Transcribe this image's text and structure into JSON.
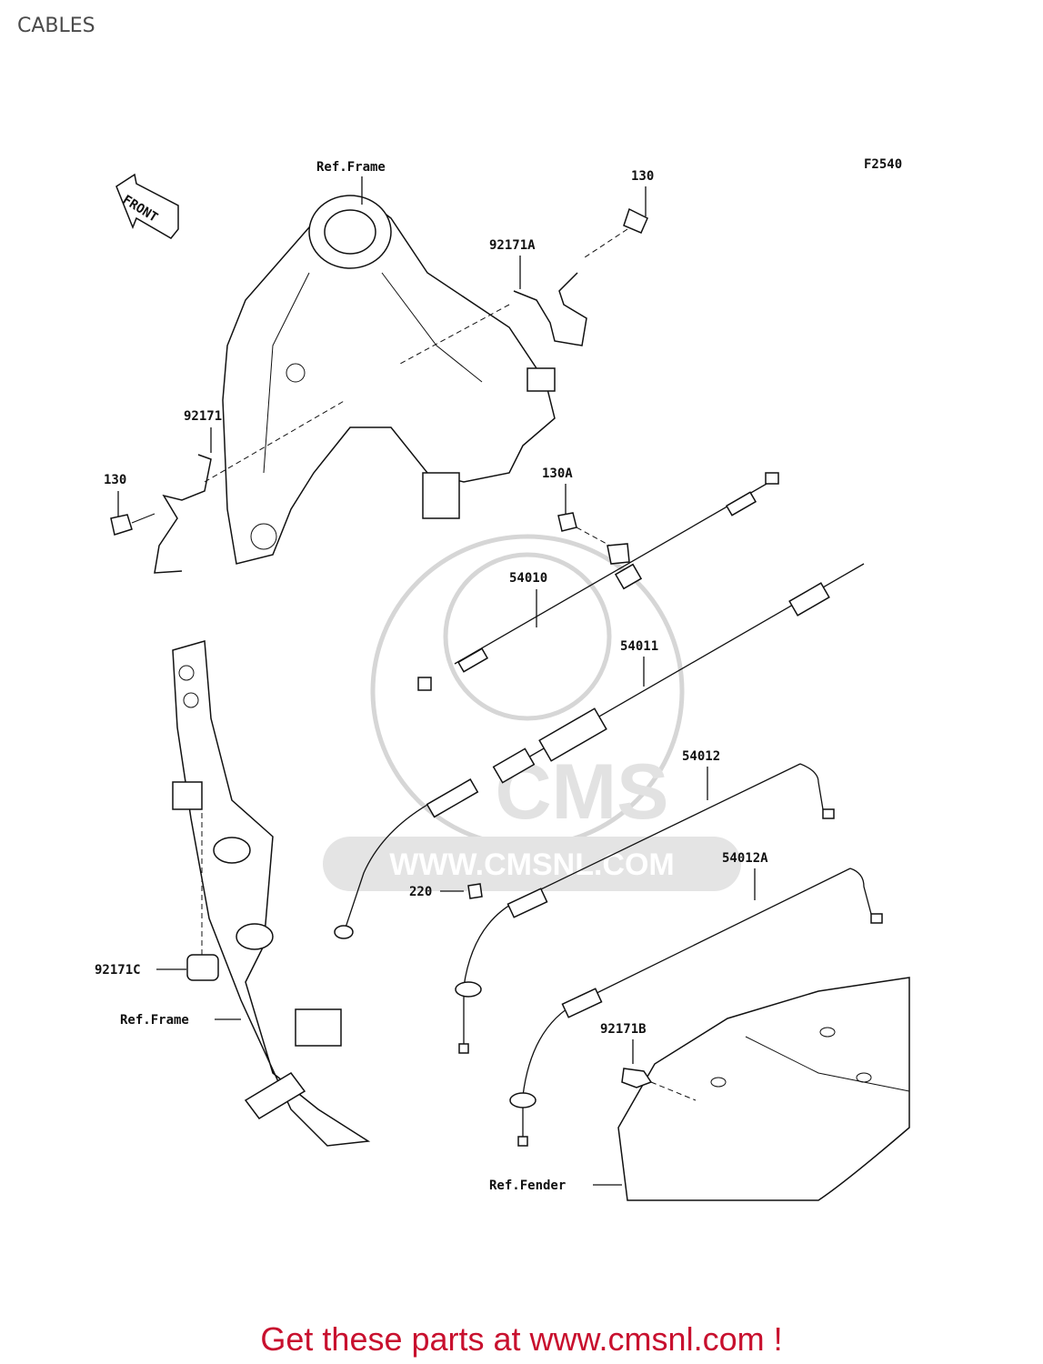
{
  "header": {
    "title": "CABLES"
  },
  "diagram": {
    "figure_code": "F2540",
    "front_marker": "FRONT",
    "watermark_url": "WWW.CMSNL.COM",
    "watermark_logo": "CMS",
    "refs": {
      "frame_top": "Ref.Frame",
      "frame_side": "Ref.Frame",
      "fender": "Ref.Fender"
    },
    "callouts": {
      "c130_top": "130",
      "c92171A": "92171A",
      "c92171": "92171",
      "c130_left": "130",
      "c130A": "130A",
      "c54010": "54010",
      "c54011": "54011",
      "c54012": "54012",
      "c54012A": "54012A",
      "c220": "220",
      "c92171C": "92171C",
      "c92171B": "92171B"
    }
  },
  "footer": {
    "promo_text": "Get these parts at www.cmsnl.com !"
  },
  "colors": {
    "promo": "#c8102e",
    "title": "#4a4a4a",
    "watermark": "#d6d6d6"
  }
}
